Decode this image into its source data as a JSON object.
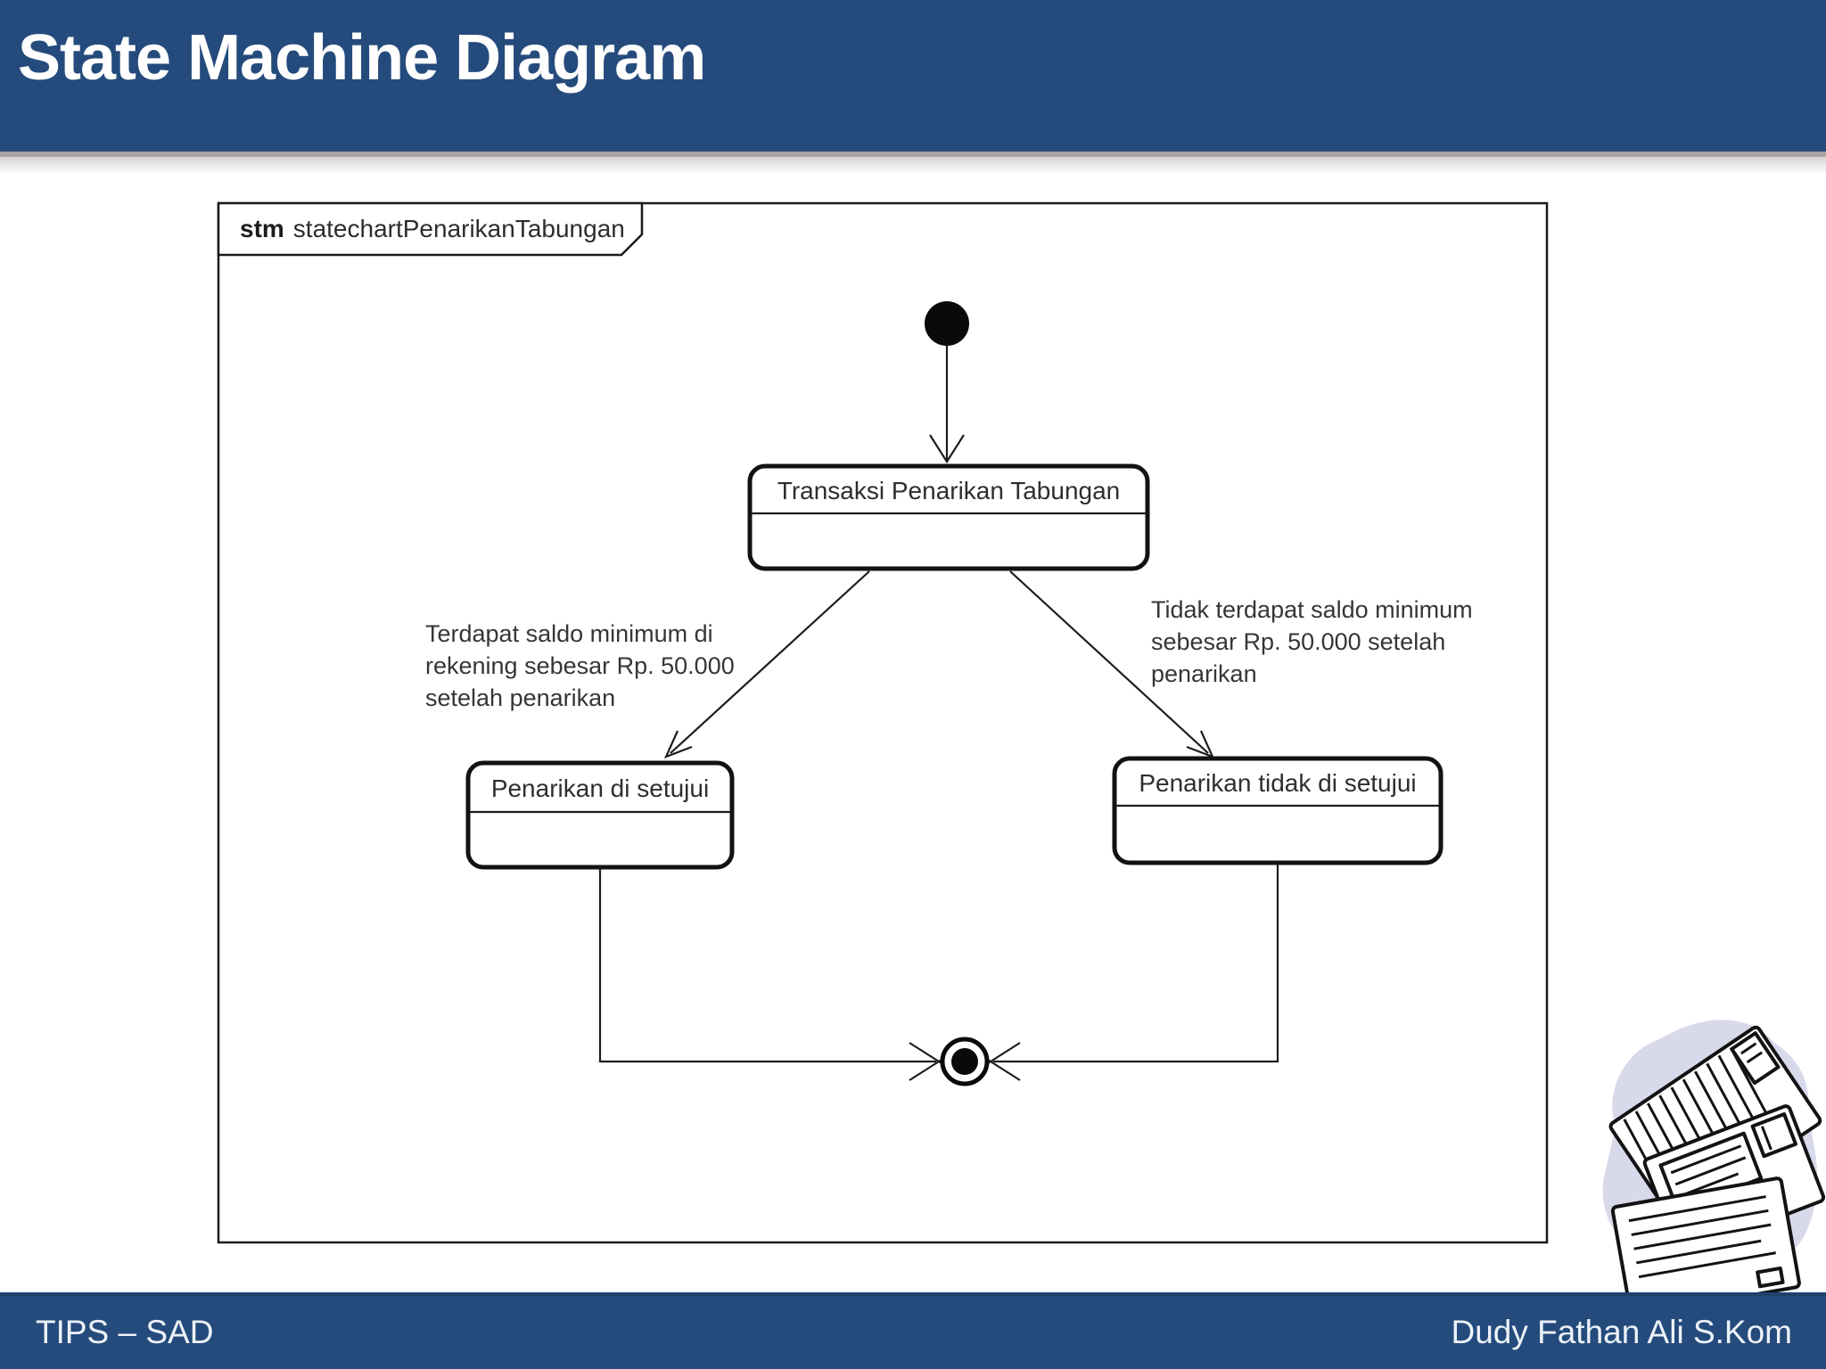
{
  "slide": {
    "title": "State Machine Diagram",
    "footer_left": "TIPS – SAD",
    "footer_right": "Dudy Fathan Ali S.Kom"
  },
  "colors": {
    "band_blue": "#254b7c",
    "band_edge_gray": "#a8a4a4",
    "diagram_ink": "#141414",
    "clipart_lavender": "#d9d9ec"
  },
  "icons": {
    "initial_state": "filled-black-circle",
    "final_state": "bullseye-circle",
    "clipart": "hand-drawn-floppy-disks"
  },
  "diagram": {
    "frame": {
      "keyword": "stm",
      "name": "statechartPenarikanTabungan"
    },
    "states": {
      "top": {
        "label": "Transaksi Penarikan Tabungan"
      },
      "left": {
        "label": "Penarikan di setujui"
      },
      "right": {
        "label": "Penarikan tidak di setujui"
      }
    },
    "transitions": {
      "approved": {
        "lines": [
          "Terdapat saldo minimum di",
          "rekening sebesar Rp. 50.000",
          "setelah penarikan"
        ]
      },
      "rejected": {
        "lines": [
          "Tidak terdapat saldo minimum",
          "sebesar Rp. 50.000 setelah",
          "penarikan"
        ]
      }
    }
  }
}
